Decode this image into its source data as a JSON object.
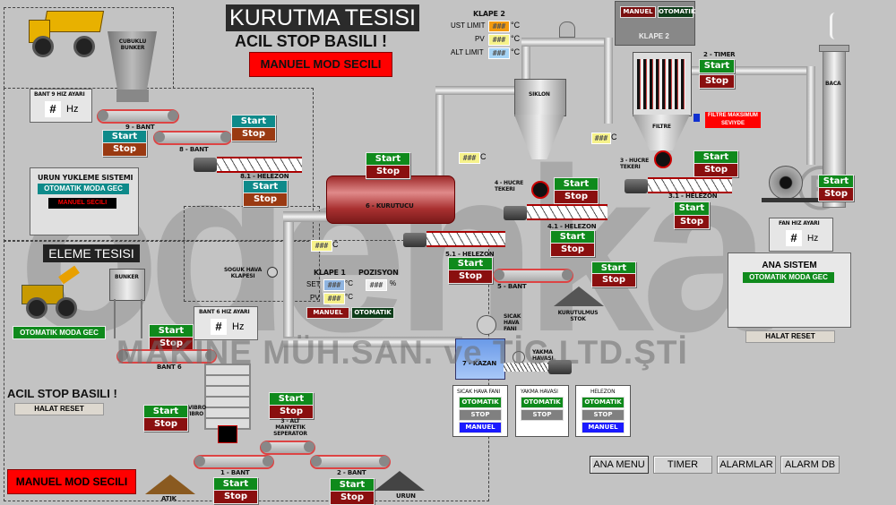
{
  "header": {
    "title": "KURUTMA TESISI",
    "emergency": "ACIL STOP BASILI !",
    "mode": "MANUEL MOD SECILI"
  },
  "klape2_limits": {
    "title": "KLAPE 2",
    "ust_label": "UST LIMIT",
    "pv_label": "PV",
    "alt_label": "ALT LIMIT",
    "ust_value": "###",
    "pv_value": "###",
    "alt_value": "###",
    "unit": "°C"
  },
  "klape2_panel": {
    "title": "KLAPE 2",
    "manual": "MANUEL",
    "auto": "OTOMATIK"
  },
  "equipment": {
    "cubuklu_bunker": "CUBUKLU BUNKER",
    "bant9": "9 - BANT",
    "bant8": "8 - BANT",
    "helezon81": "8.1 - HELEZON",
    "kurutucu": "6 - KURUTUCU",
    "siklon": "SIKLON",
    "filtre": "FILTRE",
    "baca": "BACA",
    "timer2": "2 - TIMER",
    "hucre4": "4 - HUCRE TEKERI",
    "hucre3": "3 - HUCRE TEKERI",
    "helezon41": "4.1 - HELEZON",
    "helezon31": "3.1 - HELEZON",
    "helezon51": "5.1 - HELEZON",
    "bant5": "5 - BANT",
    "kurutulmus_stok": "KURUTULMUS STOK",
    "sicak_hava_fani": "SICAK HAVA FANI",
    "yakma_havasi": "YAKMA HAVASI",
    "kazan": "7 - KAZAN",
    "soguk_hava": "SOGUK HAVA KLAPESI",
    "bunker": "BUNKER",
    "bant6": "BANT 6",
    "vibro": "5 VIBRO VIBRO",
    "alt_manyetik": "3 - ALT MANYETIK SEPERATOR",
    "bant1": "1 - BANT",
    "bant2": "2 - BANT",
    "atik": "ATIK",
    "urun": "URUN"
  },
  "filter_alarm": "FILTRE MAKSIMUM SEVIYDE",
  "temps": {
    "kurutucu_out": "###",
    "filter_in": "###",
    "kurutucu_in": "###",
    "unit": "C"
  },
  "bant9_speed": {
    "title": "BANT 9 HIZ AYARI",
    "value": "#",
    "unit": "Hz"
  },
  "bant6_speed": {
    "title": "BANT 6 HIZ AYARI",
    "value": "#",
    "unit": "Hz"
  },
  "fan_speed": {
    "title": "FAN HIZ AYARI",
    "value": "#",
    "unit": "Hz"
  },
  "urun_yukleme": {
    "title": "URUN YUKLEME SISTEMI",
    "auto_btn": "OTOMATIK MODA GEC",
    "status": "MANUEL SECILI"
  },
  "eleme": {
    "title": "ELEME TESISI",
    "auto_btn": "OTOMATIK MODA GEC",
    "emergency": "ACIL STOP BASILI !",
    "reset": "HALAT RESET",
    "mode": "MANUEL MOD SECILI"
  },
  "klape1": {
    "title": "KLAPE 1",
    "pos_title": "POZISYON",
    "set_label": "SET",
    "pv_label": "PV",
    "set_value": "###",
    "pv_value": "###",
    "pos_value": "###",
    "temp_unit": "°C",
    "pos_unit": "%",
    "manual": "MANUEL",
    "auto": "OTOMATIK"
  },
  "ana_sistem": {
    "title": "ANA SISTEM",
    "auto_btn": "OTOMATIK MODA GEC",
    "reset": "HALAT RESET"
  },
  "mode_panels": [
    {
      "title": "SICAK HAVA FANI",
      "auto": "OTOMATIK",
      "stop": "STOP",
      "manual": "MANUEL"
    },
    {
      "title": "YAKMA HAVASI",
      "auto": "OTOMATIK",
      "stop": "STOP"
    },
    {
      "title": "HELEZON",
      "auto": "OTOMATIK",
      "stop": "STOP",
      "manual": "MANUEL"
    }
  ],
  "controls": {
    "start": "Start",
    "stop": "Stop"
  },
  "nav": [
    "ANA MENU",
    "TIMER",
    "ALARMLAR",
    "ALARM DB"
  ],
  "watermark": {
    "logo": "odenka",
    "company": "MAKINE MÜH.SAN. ve TİC.LTD.ŞTİ",
    "reg": "®"
  },
  "colors": {
    "start": "#0f8a1c",
    "stop": "#8a0f0f",
    "alarm": "#ff0000",
    "manual_blue": "#1a1aff"
  }
}
